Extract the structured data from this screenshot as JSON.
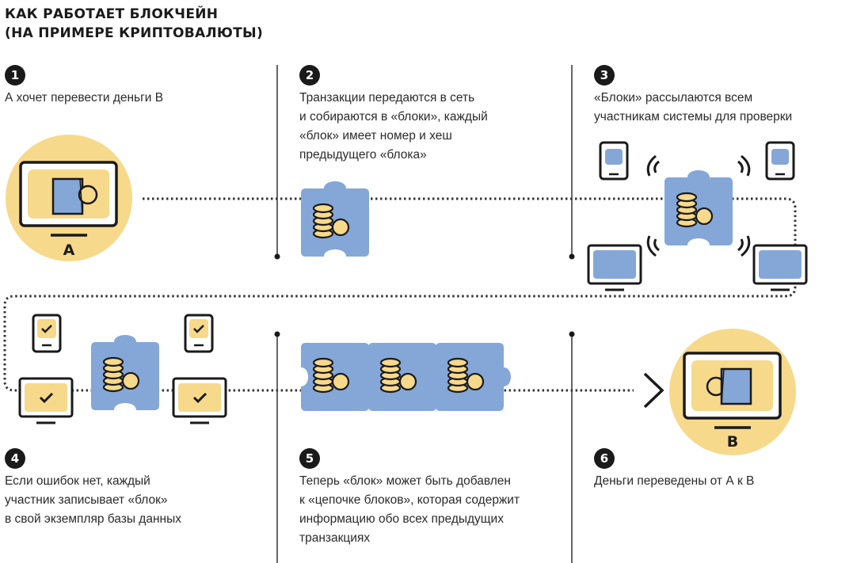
{
  "title": {
    "line1": "КАК РАБОТАЕТ БЛОКЧЕЙН",
    "line2": "(НА ПРИМЕРЕ КРИПТОВАЛЮТЫ)"
  },
  "steps": [
    {
      "number": "1",
      "lines": [
        "А хочет перевести деньги В"
      ]
    },
    {
      "number": "2",
      "lines": [
        "Транзакции передаются в сеть",
        "и собираются в «блоки», каждый",
        "«блок» имеет номер и хеш",
        "предыдущего «блока»"
      ]
    },
    {
      "number": "3",
      "lines": [
        "«Блоки» рассылаются всем",
        "участникам системы для проверки"
      ]
    },
    {
      "number": "4",
      "lines": [
        "Если ошибок нет, каждый",
        "участник записывает «блок»",
        "в свой экземпляр базы данных"
      ]
    },
    {
      "number": "5",
      "lines": [
        "Теперь «блок» может быть добавлен",
        "к «цепочке блоков», которая содержит",
        "информацию обо всех предыдущих",
        "транзакциях"
      ]
    },
    {
      "number": "6",
      "lines": [
        "Деньги переведены от А к В"
      ]
    }
  ],
  "sender_label": "A",
  "receiver_label": "B",
  "colors": {
    "yellow": "#f7d98b",
    "blue": "#84a7d8",
    "dark": "#1a1a1a",
    "line": "#333333"
  },
  "icons": [
    "wallet-icon",
    "coin-stack-icon",
    "puzzle-block-icon",
    "phone-icon",
    "monitor-icon",
    "check-icon",
    "signal-icon",
    "chevron-right-icon"
  ]
}
